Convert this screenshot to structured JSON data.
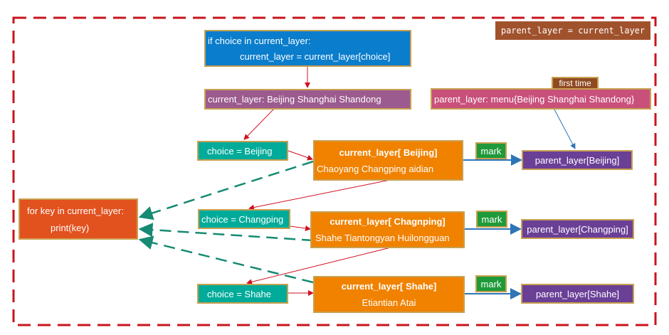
{
  "colors": {
    "frame": "#c8141e",
    "code": "#0a7dcc",
    "current": "#9b5b8e",
    "parent_top": "#c8507a",
    "choice": "#00ab9a",
    "layer": "#f08200",
    "mark": "#1f9a3a",
    "parent": "#6a3f96",
    "print": "#e2521f",
    "note": "#a0522d",
    "red_arrow": "#d01020",
    "blue_arrow": "#2e75b6",
    "green_dash": "#168a72"
  },
  "note": "parent_layer = current_layer",
  "code": {
    "line1": "if choice in current_layer:",
    "line2": "current_layer = current_layer[choice]"
  },
  "current_layer": "current_layer:   Beijing  Shanghai  Shandong",
  "first_time": "first time",
  "parent_layer": "parent_layer:   menu{Beijing  Shanghai  Shandong}",
  "print_box": {
    "line1": "for key in current_layer:",
    "line2": "print(key)"
  },
  "levels": [
    {
      "choice": "choice =  Beijing",
      "title": "current_layer[ Beijing]",
      "items": "Chaoyang  Changping aidian",
      "mark": "mark",
      "parent": "parent_layer[Beijing]"
    },
    {
      "choice": "choice =  Changping",
      "title": "current_layer[ Chagnping]",
      "items": "Shahe Tiantongyan Huilongguan",
      "mark": "mark",
      "parent": "parent_layer[Changping]"
    },
    {
      "choice": "choice =  Shahe",
      "title": "current_layer[ Shahe]",
      "items": "Etiantian Atai",
      "mark": "mark",
      "parent": "parent_layer[Shahe]"
    }
  ]
}
